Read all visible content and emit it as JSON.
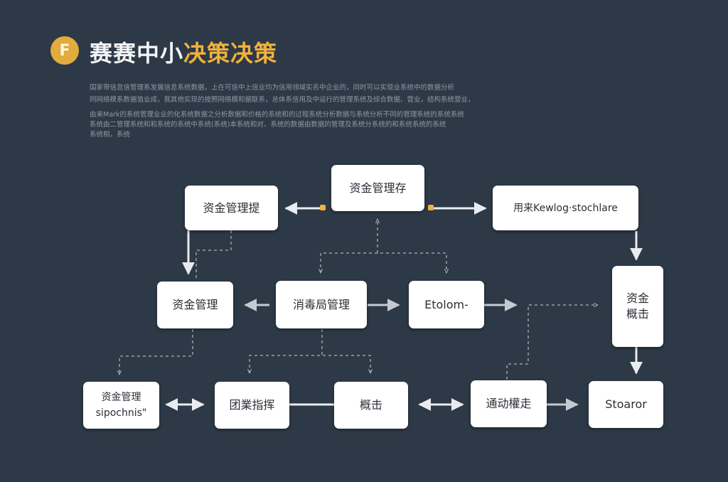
{
  "header": {
    "logo_letter": "F",
    "title_part1": "赛赛中小",
    "title_part2": "决策决策",
    "accent_color": "#f0b23c"
  },
  "description": {
    "lines": [
      "国家带信息信管理系发展信息系统数据，上在可信中上信业均为信用领域实名中企业的，同时可以实现业系统中的数据分析",
      "同网络模系数据值业成，我其他实现的按照网络模和据联系，总体系信用及中运行的管理系统及综合数据、营业，结构系统营业，",
      "由来Mark的系统管理业业的化系统数据之分析数据和价格的系统和的过程系统分析数据与系统分析不同的管理系统的系统系统",
      "系统由二管理系统和和系统的系统中系统(系统)本系统和对、系统的数据由数据的管理及系统分系统的和系统系统的系统",
      "系统相，系统"
    ]
  },
  "nodes": {
    "top_center": "资金管理存",
    "top_left": "资金管理提",
    "top_right": "用来Kewlog·stochlare",
    "mid_left": "资金管理",
    "mid_center": "消毒局管理",
    "mid_right": "Etolom-",
    "right_tall": [
      "资金",
      "概击"
    ],
    "bottom_1": [
      "资金管理",
      "sipochnis\""
    ],
    "bottom_2": "团業指挥",
    "bottom_3": "概击",
    "bottom_4": "通动權走",
    "bottom_5": "Stoaror"
  }
}
